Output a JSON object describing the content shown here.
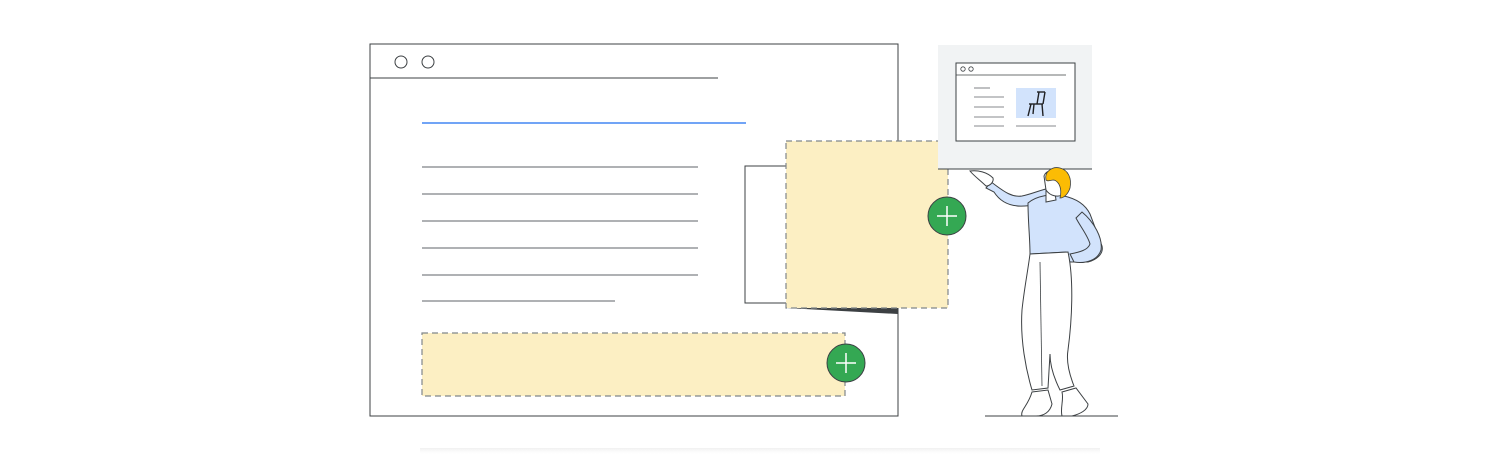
{
  "illustration": {
    "type": "web-page-ad-slots",
    "browser_window": {
      "controls": [
        "circle-button",
        "circle-button"
      ],
      "title_line_color": "#4285F4",
      "text_lines": 6
    },
    "ad_slots": [
      {
        "name": "side-ad-slot",
        "fill": "#FCEFC3",
        "action": "add"
      },
      {
        "name": "bottom-ad-slot",
        "fill": "#FCEFC3",
        "action": "add"
      }
    ],
    "preview_card": {
      "background": "#F1F3F4",
      "thumbnail_icon": "chair-icon",
      "thumbnail_fill": "#D2E3FC"
    },
    "person": {
      "hair_color": "#FBBC04",
      "shirt_color": "#D2E3FC"
    },
    "colors": {
      "add_button": "#34A853",
      "stroke": "#3C4043",
      "ad_fill": "#FCEFC3",
      "accent_blue": "#4285F4"
    },
    "icons": [
      "plus-icon",
      "chair-icon",
      "circle-button"
    ]
  }
}
